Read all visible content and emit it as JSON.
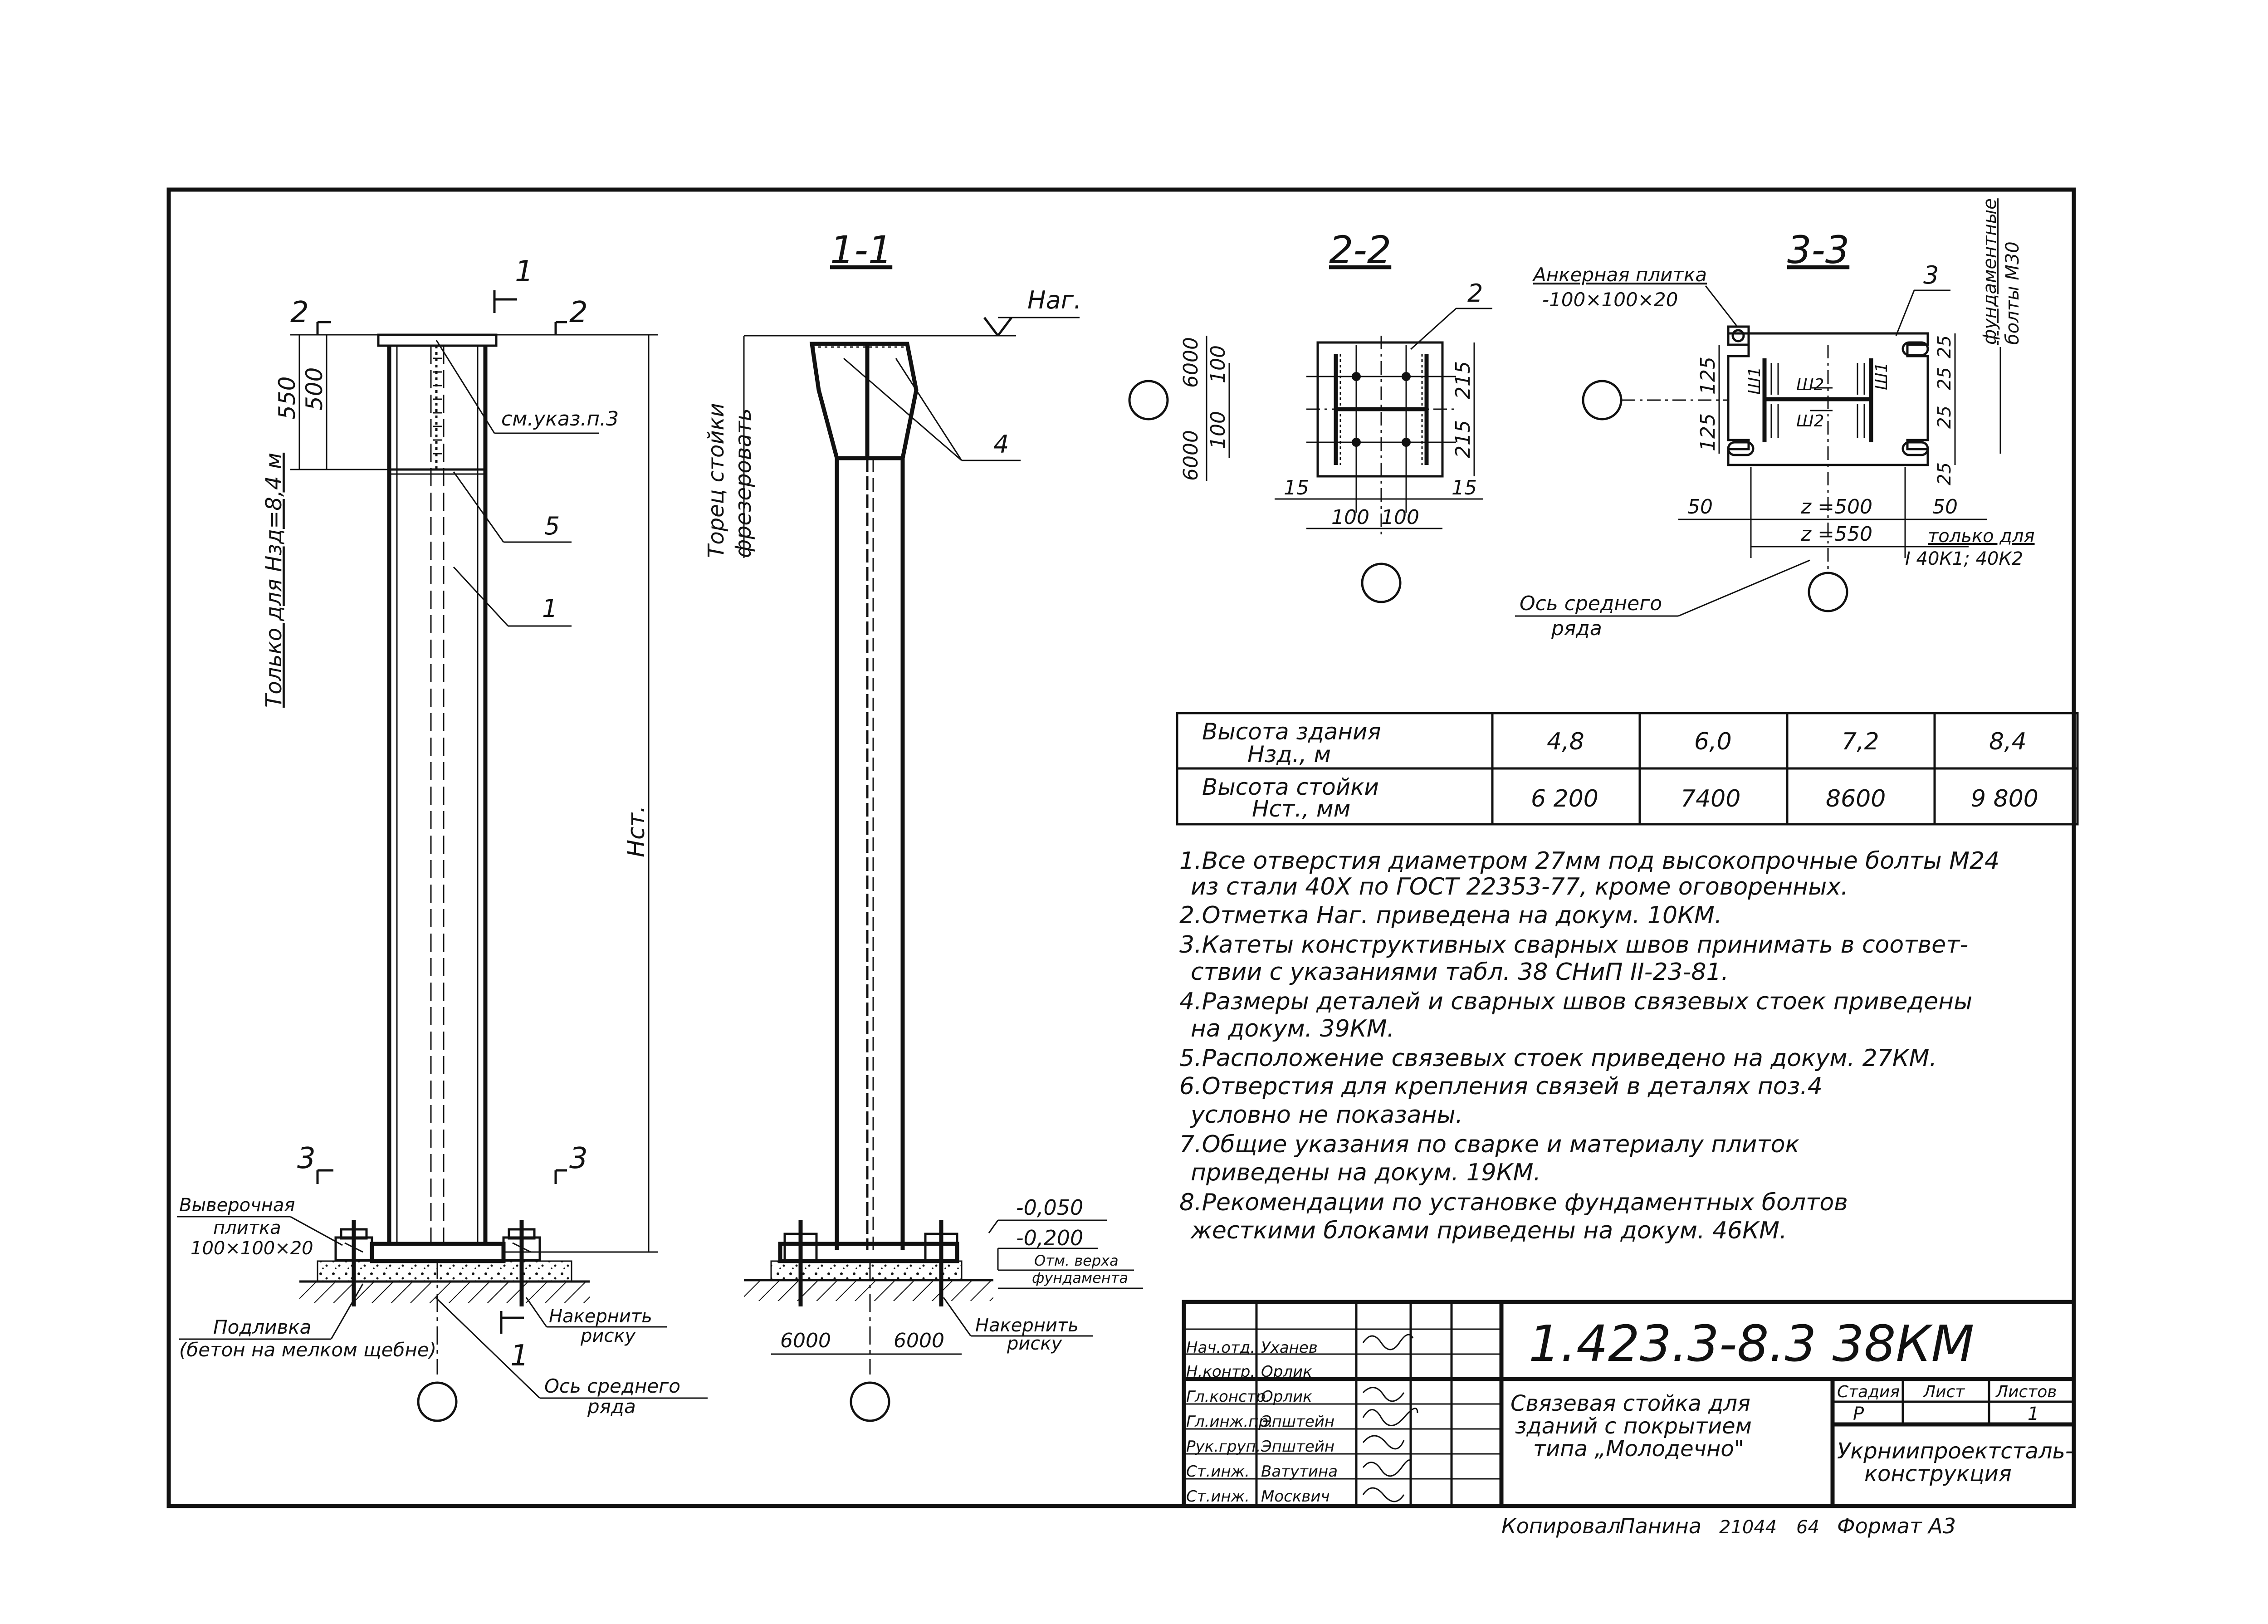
{
  "sections": {
    "s11": "1-1",
    "s22": "2-2",
    "s33": "3-3",
    "mark_1": "1",
    "mark_2": "2",
    "mark_3": "3",
    "elev_hag": "Наг."
  },
  "elevation": {
    "dim_550": "550",
    "dim_500": "500",
    "h_st": "Нст.",
    "only_for": "Только для Нзд=8,4 м",
    "see_note": "см.указ.п.3",
    "pos_5": "5",
    "pos_1": "1",
    "shim_plate_l1": "Выверочная",
    "shim_plate_l2": "плитка",
    "shim_plate_l3": "100×100×20",
    "grout_l1": "Подливка",
    "grout_l2": "(бетон на мелком щебне)",
    "punch_l1": "Накернить",
    "punch_l2": "риску",
    "axis_l1": "Ось среднего",
    "axis_l2": "ряда"
  },
  "section11": {
    "end_l1": "Торец стойки",
    "end_l2": "фрезеровать",
    "pos_4": "4",
    "el_1": "-0,050",
    "el_2": "-0,200",
    "top_found_l1": "Отм. верха",
    "top_found_l2": "фундамента",
    "dim_a": "6000",
    "dim_b": "6000",
    "punch_l1": "Накернить",
    "punch_l2": "риску"
  },
  "section22": {
    "pos_2": "2",
    "d6000a": "6000",
    "d6000b": "6000",
    "d100a": "100",
    "d100b": "100",
    "d215a": "215",
    "d215b": "215",
    "d15a": "15",
    "d15b": "15",
    "d100c": "100",
    "d100d": "100"
  },
  "section33": {
    "anchor_l1": "Анкерная плитка",
    "anchor_l2": "-100×100×20",
    "pos_3": "3",
    "bolts_l1": "фундаментные",
    "bolts_l2": "болты М30",
    "d125a": "125",
    "d125b": "125",
    "d25a": "25",
    "d25b": "25",
    "d25c": "25",
    "d25d": "25",
    "sh1": "Ш1",
    "sh2": "Ш2",
    "d50a": "50",
    "d50b": "50",
    "z500": "z =500",
    "z550": "z =550",
    "only_l1": "только для",
    "only_l2": "I 40К1; 40К2",
    "axis_l1": "Ось среднего",
    "axis_l2": "ряда"
  },
  "heights_table": {
    "row1_l1": "Высота здания",
    "row1_l2": "Нзд., м",
    "row2_l1": "Высота стойки",
    "row2_l2": "Нст., мм",
    "building": [
      "4,8",
      "6,0",
      "7,2",
      "8,4"
    ],
    "column": [
      "6 200",
      "7400",
      "8600",
      "9 800"
    ]
  },
  "notes": [
    "1.Все отверстия диаметром 27мм под высокопрочные болты М24",
    "из стали 40Х по ГОСТ 22353-77, кроме   оговоренных.",
    "2.Отметка Наг. приведена на докум. 10КМ.",
    "3.Катеты конструктивных сварных швов принимать в соответ-",
    "ствии с указаниями табл. 38 СНиП II-23-81.",
    "4.Размеры деталей и сварных швов связевых стоек приведены",
    "на докум. 39КМ.",
    "5.Расположение связевых стоек приведено на докум. 27КМ.",
    "6.Отверстия для крепления связей в деталях поз.4",
    "условно не показаны.",
    "7.Общие указания по сварке и материалу плиток",
    "приведены на докум. 19КМ.",
    "8.Рекомендации по установке фундаментных болтов",
    "жесткими блоками приведены на докум. 46КМ."
  ],
  "title_block": {
    "doc_number": "1.423.3-8.3 38КМ",
    "staff": [
      {
        "role": "Нач.отд.",
        "name": "Уханев"
      },
      {
        "role": "Н.контр.",
        "name": "Орлик"
      },
      {
        "role": "Гл.констр.",
        "name": "Орлик"
      },
      {
        "role": "Гл.инж.пр.",
        "name": "Эпштейн"
      },
      {
        "role": "Рук.груп.",
        "name": "Эпштейн"
      },
      {
        "role": "Ст.инж.",
        "name": "Ватутина"
      },
      {
        "role": "Ст.инж.",
        "name": "Москвич"
      }
    ],
    "title_l1": "Связевая стойка для",
    "title_l2": "зданий с покрытием",
    "title_l3": "типа „Молодечно\"",
    "h_stage": "Стадия",
    "h_sheet": "Лист",
    "h_sheets": "Листов",
    "stage": "Р",
    "sheets": "1",
    "org_l1": "Укрниипроектсталь-",
    "org_l2": "конструкция"
  },
  "footer": {
    "copied": "Копировал",
    "name": "Панина",
    "code1": "21044",
    "code2": "64",
    "format": "Формат А3"
  }
}
